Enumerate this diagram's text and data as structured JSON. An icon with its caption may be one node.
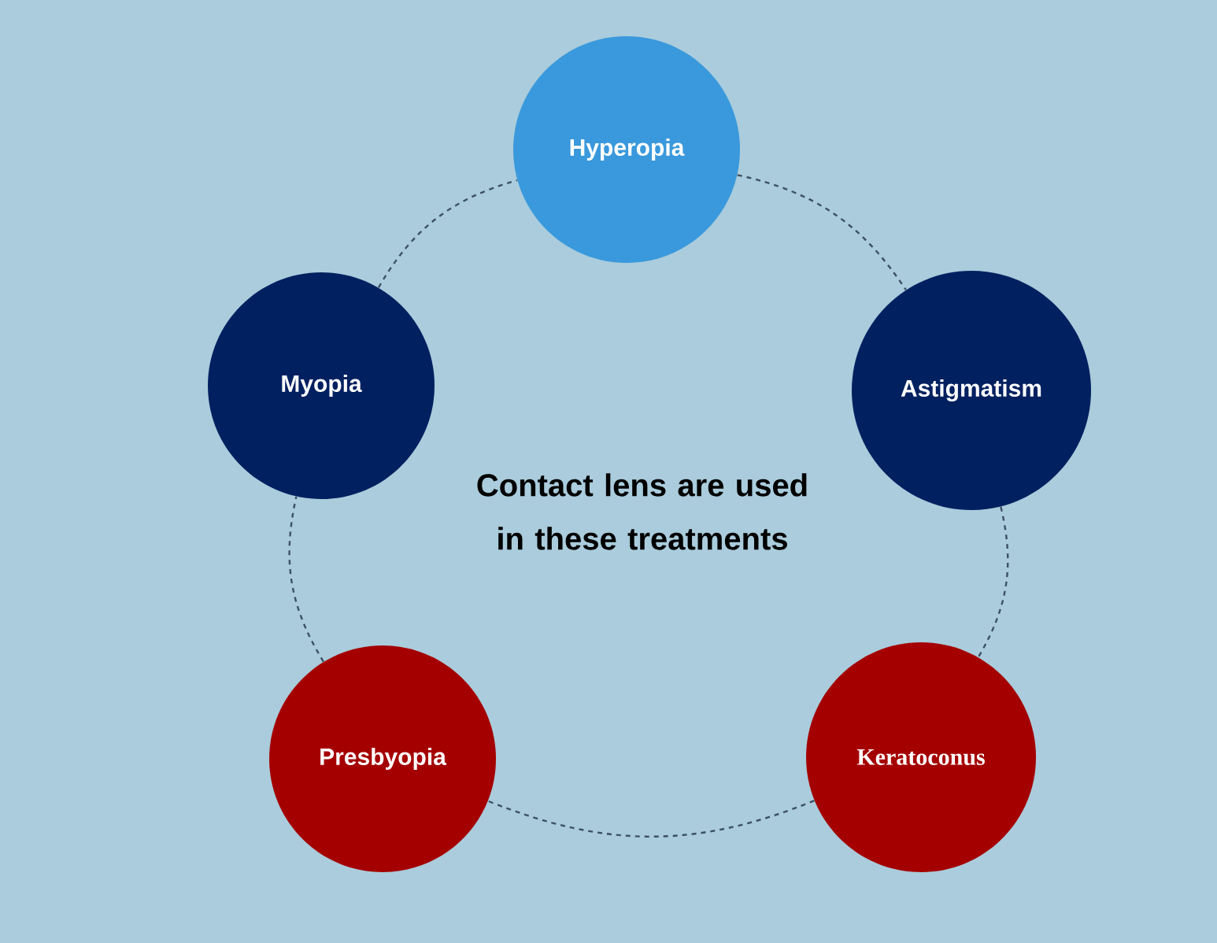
{
  "diagram": {
    "nodes": [
      {
        "text": [
          "Hyperopia"
        ]
      },
      {
        "text": [
          "Astigmatism"
        ]
      },
      {
        "text": [
          "Keratoconus"
        ]
      },
      {
        "text": [
          "Presbyopia"
        ]
      },
      {
        "text": [
          "Myopia"
        ]
      }
    ],
    "edges": [
      {
        "from": 0,
        "to": 1,
        "arrow": "none",
        "style": "dashed"
      },
      {
        "from": 1,
        "to": 2,
        "arrow": "none",
        "style": "dashed"
      },
      {
        "from": 2,
        "to": 3,
        "arrow": "none",
        "style": "dashed"
      },
      {
        "from": 3,
        "to": 4,
        "arrow": "none",
        "style": "dashed"
      },
      {
        "from": 4,
        "to": 0,
        "arrow": "none",
        "style": "dashed"
      }
    ],
    "labels": [
      "Contact lens are used in these treatments"
    ]
  }
}
